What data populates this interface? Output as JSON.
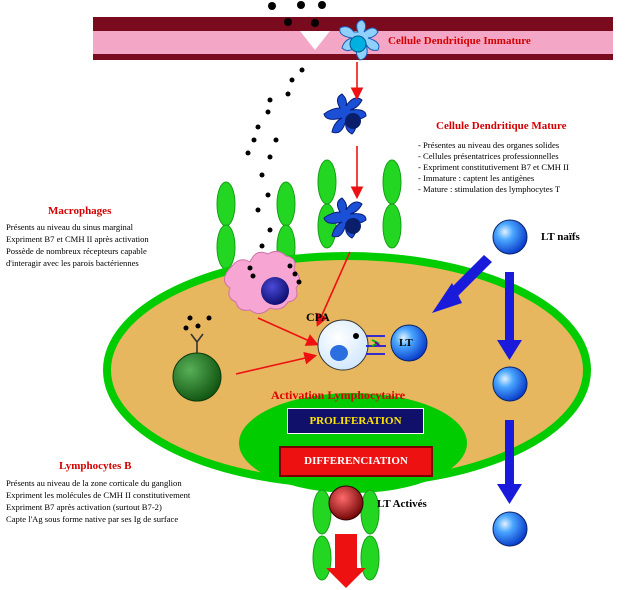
{
  "dendritic_immature": {
    "title": "Cellule Dendritique Immature"
  },
  "dendritic_mature": {
    "title": "Cellule Dendritique Mature",
    "lines": [
      "- Présentes au niveau des organes solides",
      "- Cellules présentatrices professionnelles",
      "- Expriment constitutivement B7 et CMH II",
      "- Immature : captent les antigènes",
      "- Mature : stimulation des lymphocytes T"
    ]
  },
  "macrophages": {
    "title": "Macrophages",
    "lines": [
      "Présents au niveau du sinus marginal",
      "Expriment B7 et CMH II après activation",
      "Possède de nombreux récepteurs capable",
      "d'interagir avec les parois bactériennes"
    ]
  },
  "lymphocytes_b": {
    "title": "Lymphocytes B",
    "lines": [
      "Présents au niveau de la zone corticale du ganglion",
      "Expriment les molécules de CMH II constitutivement",
      "Expriment B7 après activation (surtout B7-2)",
      "Capte l'Ag sous forme native par ses Ig de surface"
    ]
  },
  "labels": {
    "cpa": "CPA",
    "lt": "LT",
    "lt_naifs": "LT naïfs",
    "lt_actives": "LT Activés",
    "activation": "Activation Lymphocytaire",
    "proliferation": "PROLIFERATION",
    "differenciation": "DIFFERENCIATION"
  },
  "colors": {
    "node_green": "#00cc00",
    "vessel_green": "#22d622",
    "arrow_red": "#ee1111",
    "arrow_blue": "#1a1adb",
    "title_red": "#d40000",
    "skin_pink": "#f4a6c6",
    "skin_dark": "#7a0a1e",
    "proliferation_box": "#10106a",
    "differenciation_box": "#ee1111"
  }
}
